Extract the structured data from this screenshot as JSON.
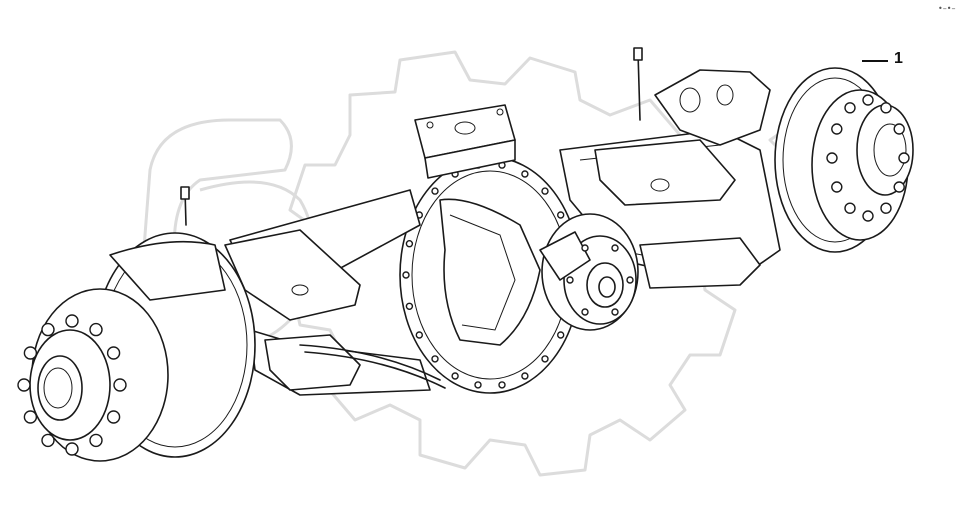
{
  "diagram": {
    "callouts": [
      {
        "label": "1",
        "part": "drive-axle-assembly"
      }
    ],
    "corner_mark": "•–•–",
    "watermark": "gear-outline-logo",
    "colors": {
      "line": "#1a1a1a",
      "background": "#ffffff",
      "watermark": "#dcdcdc"
    }
  }
}
